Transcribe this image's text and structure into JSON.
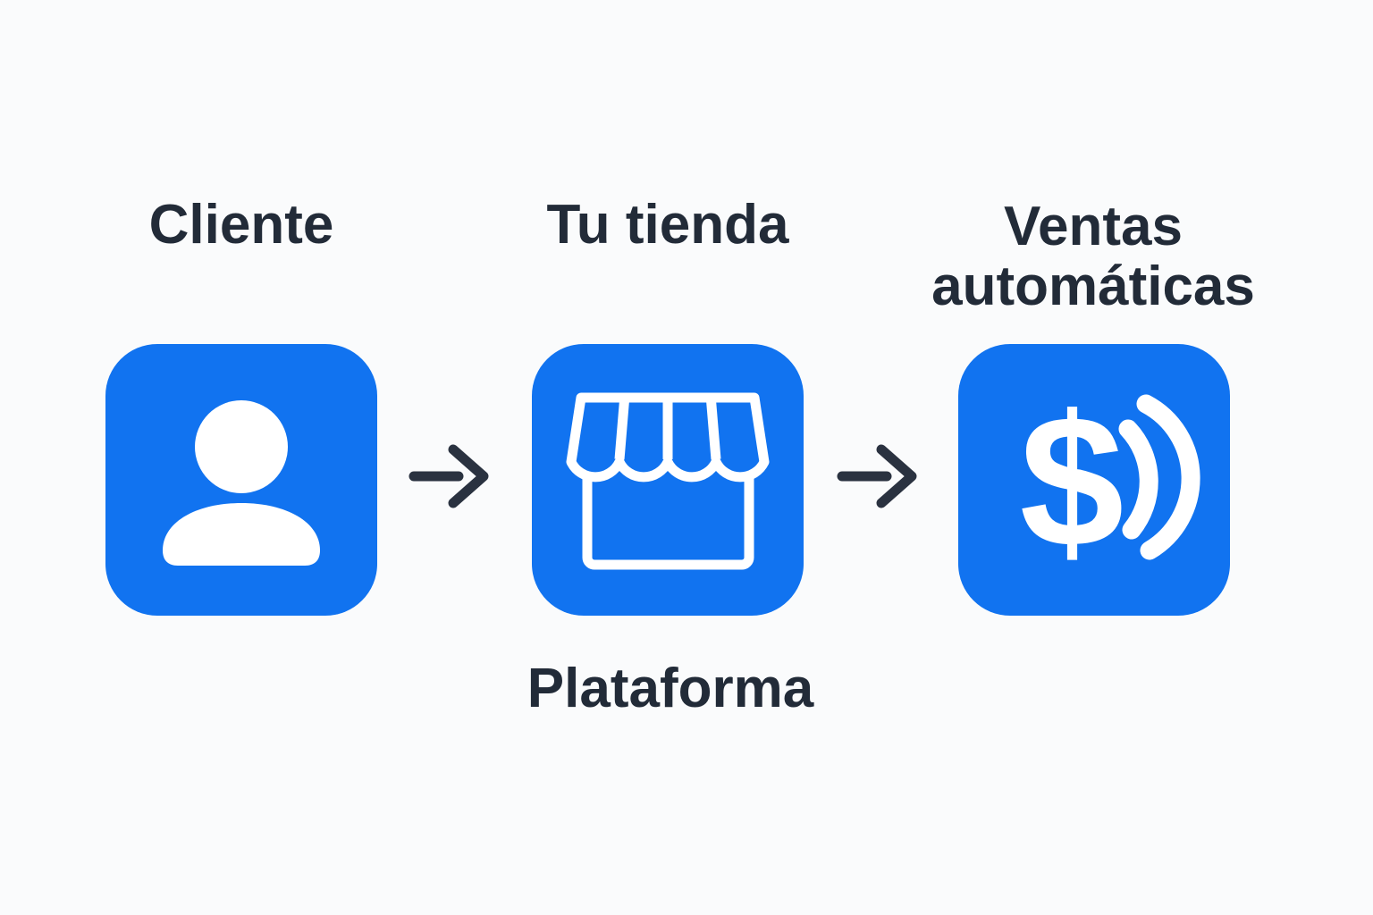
{
  "colors": {
    "accent": "#1173f0",
    "ink": "#222b38",
    "arrow": "#2a3240",
    "background": "#fafbfc",
    "icon": "#ffffff"
  },
  "diagram": {
    "steps": [
      {
        "label": "Cliente",
        "icon": "person-icon"
      },
      {
        "label": "Tu tienda",
        "caption": "Plataforma",
        "icon": "storefront-icon"
      },
      {
        "label": "Ventas automáticas",
        "icon": "contactless-dollar-icon"
      }
    ],
    "connector_icon": "arrow-right-icon",
    "dollar_glyph": "$"
  }
}
